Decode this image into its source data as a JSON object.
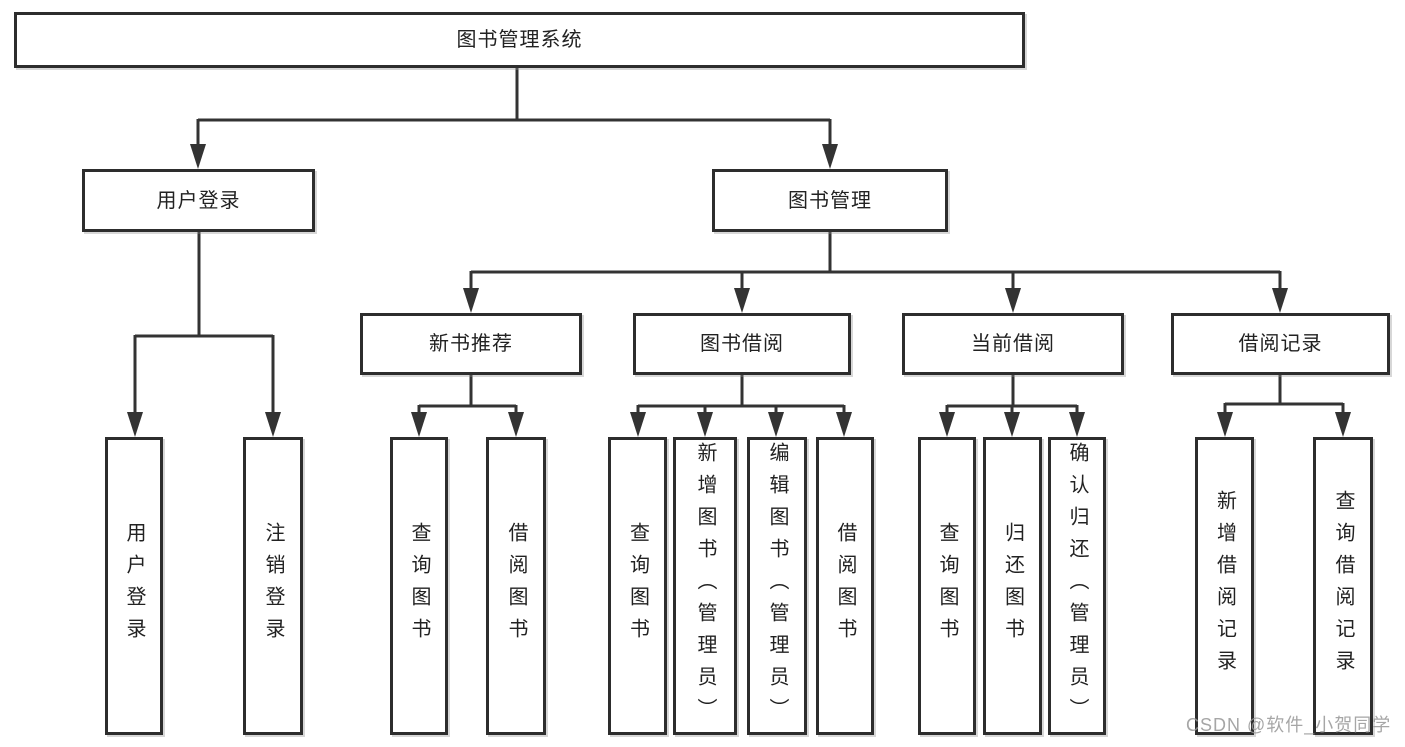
{
  "diagram": {
    "type": "hierarchy-tree",
    "orientation": "top-down",
    "description": "Functional structure diagram of a library management system"
  },
  "tree": {
    "root": {
      "label": "图书管理系统",
      "children": [
        {
          "label": "用户登录",
          "children": [
            {
              "label": "用户登录"
            },
            {
              "label": "注销登录"
            }
          ]
        },
        {
          "label": "图书管理",
          "children": [
            {
              "label": "新书推荐",
              "children": [
                {
                  "label": "查询图书"
                },
                {
                  "label": "借阅图书"
                }
              ]
            },
            {
              "label": "图书借阅",
              "children": [
                {
                  "label": "查询图书"
                },
                {
                  "label": "新增图书（管理员）"
                },
                {
                  "label": "编辑图书（管理员）"
                },
                {
                  "label": "借阅图书"
                }
              ]
            },
            {
              "label": "当前借阅",
              "children": [
                {
                  "label": "查询图书"
                },
                {
                  "label": "归还图书"
                },
                {
                  "label": "确认归还（管理员）"
                }
              ]
            },
            {
              "label": "借阅记录",
              "children": [
                {
                  "label": "新增借阅记录"
                },
                {
                  "label": "查询借阅记录"
                }
              ]
            }
          ]
        }
      ]
    }
  },
  "watermark": {
    "text": "CSDN @软件_小贺同学"
  },
  "colors": {
    "background": "#ffffff",
    "box_border": "#2d2d2d",
    "line": "#333333",
    "text": "#222222",
    "watermark": "#969696"
  }
}
